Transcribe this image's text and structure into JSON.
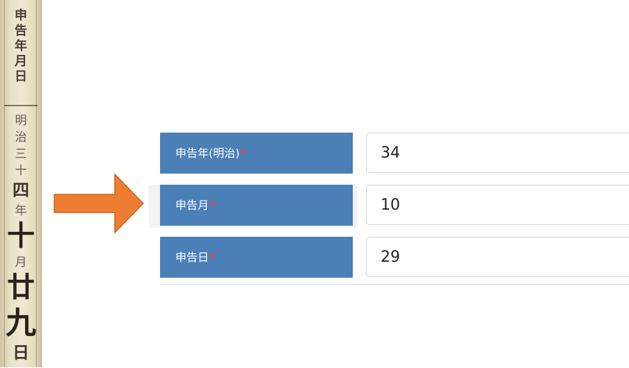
{
  "document": {
    "header_glyphs": [
      "申",
      "告",
      "年",
      "月",
      "日"
    ],
    "value_glyphs": [
      "明",
      "治",
      "三",
      "十",
      "四",
      "年",
      "十",
      "月",
      "廿",
      "九",
      "日"
    ]
  },
  "arrow": {
    "color": "#ed7d31"
  },
  "form": {
    "rows": [
      {
        "label": "申告年(明治)",
        "required_mark": "*",
        "value": "34"
      },
      {
        "label": "申告月",
        "required_mark": "*",
        "value": "10"
      },
      {
        "label": "申告日",
        "required_mark": "*",
        "value": "29"
      }
    ],
    "label_bg": "#4b7fb7",
    "required_color": "#ff3b3b"
  }
}
